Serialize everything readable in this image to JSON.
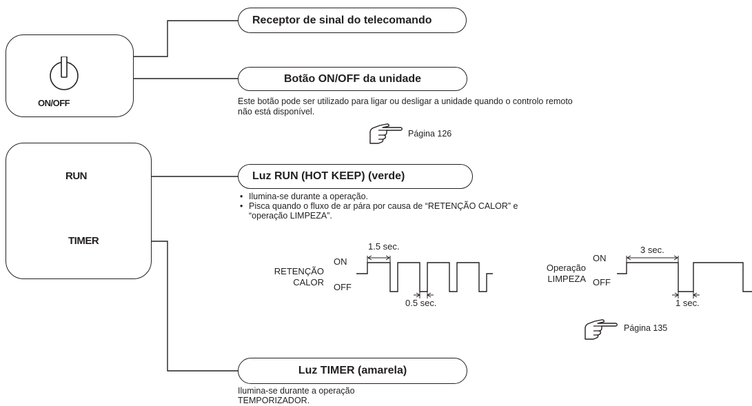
{
  "callouts": {
    "receiver": "Receptor de sinal do telecomando",
    "onoff_button": "Botão ON/OFF da unidade",
    "run_light": "Luz RUN (HOT KEEP) (verde)",
    "timer_light": "Luz TIMER (amarela)"
  },
  "panel_top": {
    "onoff_label": "ON/OFF"
  },
  "panel_bottom": {
    "run_label": "RUN",
    "timer_label": "TIMER"
  },
  "onoff_description": {
    "line1": "Este botão pode ser utilizado para ligar ou desligar a unidade quando o controlo remoto",
    "line2": "não está disponível.",
    "page_ref": "Página 126"
  },
  "run_description": {
    "bullet1": "Ilumina-se durante a operação.",
    "bullet2_line1": "Pisca quando o fluxo de ar pára por causa de “RETENÇÃO CALOR” e",
    "bullet2_line2": "“operação LIMPEZA”."
  },
  "hot_keep_timing": {
    "label_line1": "RETENÇÃO",
    "label_line2": "CALOR",
    "on": "ON",
    "off": "OFF",
    "on_duration": "1.5 sec.",
    "off_duration": "0.5 sec."
  },
  "cleaning_timing": {
    "label_line1": "Operação",
    "label_line2": "LIMPEZA",
    "on": "ON",
    "off": "OFF",
    "on_duration": "3 sec.",
    "off_duration": "1 sec.",
    "page_ref": "Página 135"
  },
  "timer_description": {
    "line1": "Ilumina-se durante a operação",
    "line2": "TEMPORIZADOR."
  },
  "colors": {
    "ink": "#231f20",
    "background": "#ffffff"
  }
}
